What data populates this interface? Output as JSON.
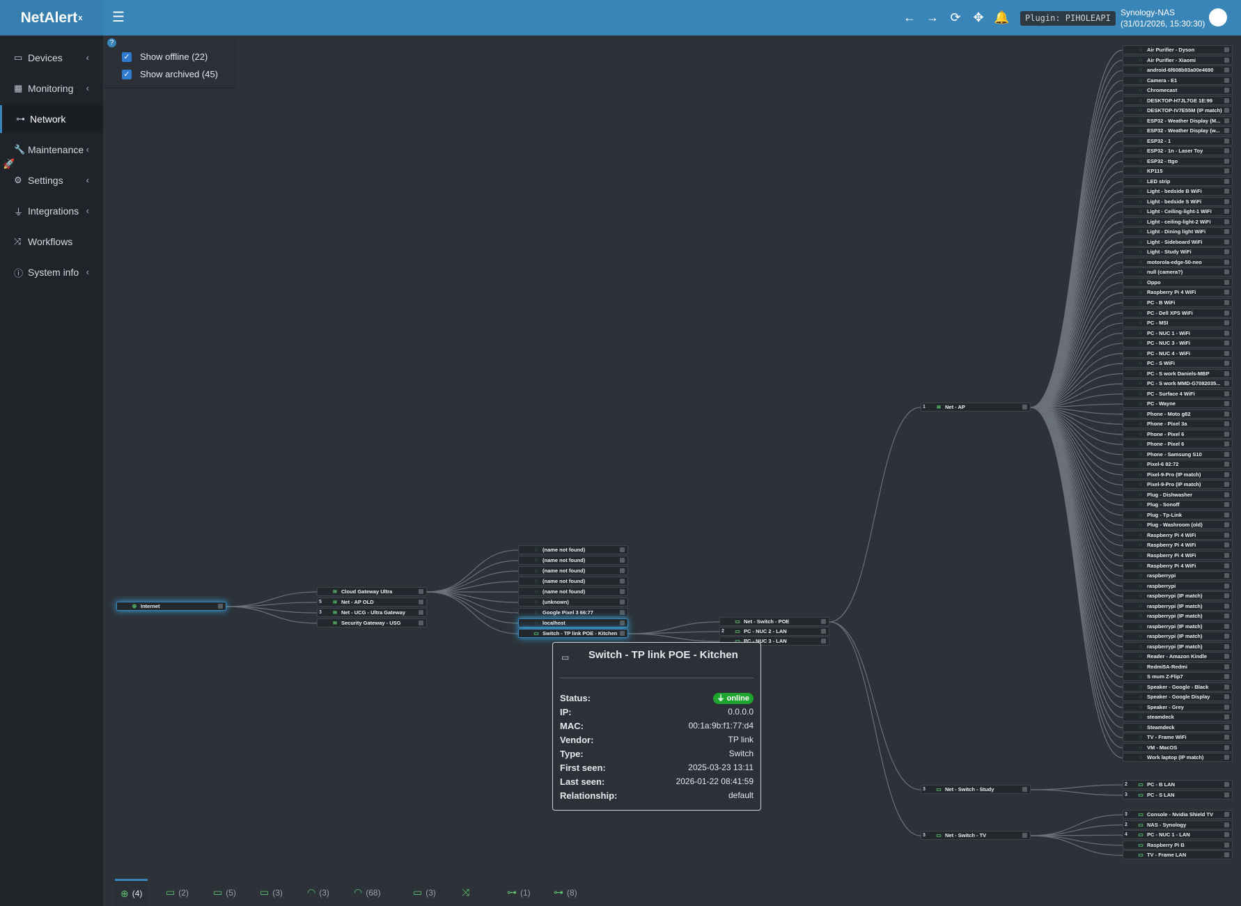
{
  "header": {
    "brand": "NetAlert",
    "brand_sup": "x",
    "plugin": "Plugin: PIHOLEAPI",
    "server_name": "Synology-NAS",
    "server_time": "(31/01/2026, 15:30:30)"
  },
  "sidebar": {
    "items": [
      {
        "label": "Devices",
        "icon": "laptop-icon",
        "chev": "‹"
      },
      {
        "label": "Monitoring",
        "icon": "chart-icon",
        "chev": "‹"
      },
      {
        "label": "Network",
        "icon": "network-icon",
        "chev": ""
      },
      {
        "label": "Maintenance",
        "icon": "wrench-icon",
        "chev": "‹"
      },
      {
        "label": "Settings",
        "icon": "gear-icon",
        "chev": "‹"
      },
      {
        "label": "Integrations",
        "icon": "plug-icon",
        "chev": "‹"
      },
      {
        "label": "Workflows",
        "icon": "shuffle-icon",
        "chev": ""
      },
      {
        "label": "System info",
        "icon": "info-icon",
        "chev": "‹"
      }
    ]
  },
  "options": {
    "show_offline": "Show offline (22)",
    "show_archived": "Show archived (45)"
  },
  "tree": {
    "root": "Internet",
    "level1": [
      "Cloud Gateway Ultra",
      "Net - AP OLD",
      "Net - UCG - Ultra Gateway",
      "Security Gateway - USG"
    ],
    "level1_nums": [
      "",
      "5",
      "3",
      ""
    ],
    "level2": [
      "(name not found)",
      "(name not found)",
      "(name not found)",
      "(name not found)",
      "(name not found)",
      "(unknown)",
      "Google Pixel 3 66:77",
      "localhost",
      "Switch - TP link POE - Kitchen"
    ],
    "level3": [
      "Net - Switch - POE",
      "PC - NUC 2 - LAN",
      "PC - NUC 3 - LAN"
    ],
    "level3_nums": [
      "",
      "2",
      ""
    ],
    "ap": "Net - AP",
    "study": "Net - Switch - Study",
    "tv": "Net - Switch - TV",
    "ap_children": [
      "Air Purifier - Dyson",
      "Air Purifier - Xiaomi",
      "android-6f608b93a00e4690",
      "Camera - E1",
      "Chromecast",
      "DESKTOP-H7JL7GE 1E:99",
      "DESKTOP-IV7E55M (IP match)",
      "ESP32 - Weather Display (M...",
      "ESP32 - Weather Display (w...",
      "ESP32 - 1",
      "ESP32 - 1n - Laser Toy",
      "ESP32 - ttgo",
      "KP115",
      "LED strip",
      "Light - bedside B WiFi",
      "Light - bedside S WiFi",
      "Light - Ceiling-light-1 WiFi",
      "Light - ceiling-light-2 WiFi",
      "Light - Dining light WiFi",
      "Light - Sideboard WiFi",
      "Light - Study WiFi",
      "motorola-edge-50-neo",
      "null (camera?)",
      "Oppo",
      "Raspberry Pi 4 WiFi",
      "PC - B WiFi",
      "PC - Dell XPS WiFi",
      "PC - MSI",
      "PC - NUC 1 - WiFi",
      "PC - NUC 3 - WiFi",
      "PC - NUC 4 - WiFi",
      "PC - S WiFi",
      "PC - S work Daniels-MBP",
      "PC - S work MMD-G7082035...",
      "PC - Surface 4 WiFi",
      "PC - Wayne",
      "Phone - Moto g82",
      "Phone - Pixel 3a",
      "Phone - Pixel 6",
      "Phone - Pixel 6",
      "Phone - Samsung S10",
      "Pixel-6 82:72",
      "Pixel-9-Pro (IP match)",
      "Pixel-9-Pro (IP match)",
      "Plug - Dishwasher",
      "Plug - Sonoff",
      "Plug - Tp-Link",
      "Plug - Washroom (old)",
      "Raspberry Pi 4 WiFi",
      "Raspberry Pi 4 WiFi",
      "Raspberry Pi 4 WiFi",
      "Raspberry Pi 4 WiFi",
      "raspberrypi",
      "raspberrypi",
      "raspberrypi (IP match)",
      "raspberrypi (IP match)",
      "raspberrypi (IP match)",
      "raspberrypi (IP match)",
      "raspberrypi (IP match)",
      "raspberrypi (IP match)",
      "Reader - Amazon Kindle",
      "Redmi5A-Redmi",
      "S mum Z-Flip7",
      "Speaker - Google - Black",
      "Speaker - Google Display",
      "Speaker - Grey",
      "steamdeck",
      "Steamdeck",
      "TV - Frame WiFi",
      "VM - MacOS",
      "Work laptop (IP match)"
    ],
    "study_children": [
      "PC - B LAN",
      "PC - S LAN"
    ],
    "study_nums": [
      "2",
      "3"
    ],
    "tv_children": [
      "Console - Nvidia Shield TV",
      "NAS - Synology",
      "PC - NUC 1 - LAN",
      "Raspberry Pi B",
      "TV - Frame LAN"
    ],
    "tv_nums": [
      "3",
      "2",
      "4",
      "",
      ""
    ]
  },
  "tooltip": {
    "title": "Switch - TP link POE - Kitchen",
    "rows": [
      {
        "k": "Status:",
        "v": "online"
      },
      {
        "k": "IP:",
        "v": "0.0.0.0"
      },
      {
        "k": "MAC:",
        "v": "00:1a:9b:f1:77:d4"
      },
      {
        "k": "Vendor:",
        "v": "TP link"
      },
      {
        "k": "Type:",
        "v": "Switch"
      },
      {
        "k": "First seen:",
        "v": "2025-03-23 13:11"
      },
      {
        "k": "Last seen:",
        "v": "2026-01-22 08:41:59"
      },
      {
        "k": "Relationship:",
        "v": "default"
      }
    ]
  },
  "tabs": [
    {
      "icon": "globe-icon",
      "label": "(4)"
    },
    {
      "icon": "switch-icon",
      "label": "(2)"
    },
    {
      "icon": "switch-icon",
      "label": "(5)"
    },
    {
      "icon": "switch-icon",
      "label": "(3)"
    },
    {
      "icon": "wifi-icon",
      "label": "(3)"
    },
    {
      "icon": "wifi-icon",
      "label": "(68)"
    },
    {
      "icon": "switch-icon",
      "label": "(3)"
    },
    {
      "icon": "shuffle-icon",
      "label": ""
    },
    {
      "icon": "sitemap-icon",
      "label": "(1)"
    },
    {
      "icon": "sitemap-icon",
      "label": "(8)"
    }
  ]
}
